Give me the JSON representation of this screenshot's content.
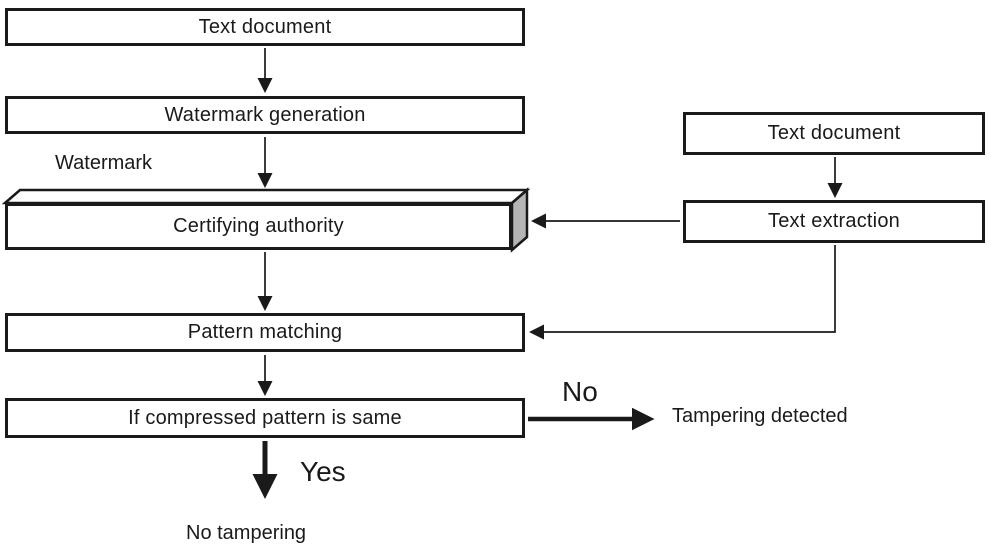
{
  "diagram": {
    "boxes": {
      "text_document_left": "Text document",
      "watermark_generation": "Watermark generation",
      "certifying_authority": "Certifying authority",
      "pattern_matching": "Pattern matching",
      "if_compressed_pattern": "If compressed pattern is same",
      "text_document_right": "Text document",
      "text_extraction": "Text extraction"
    },
    "labels": {
      "watermark": "Watermark",
      "no": "No",
      "yes": "Yes",
      "tampering_detected": "Tampering detected",
      "no_tampering": "No tampering"
    },
    "colors": {
      "line": "#1a1a1a",
      "box_fill": "#ffffff",
      "side_face_fill": "#b5b5b5"
    }
  }
}
